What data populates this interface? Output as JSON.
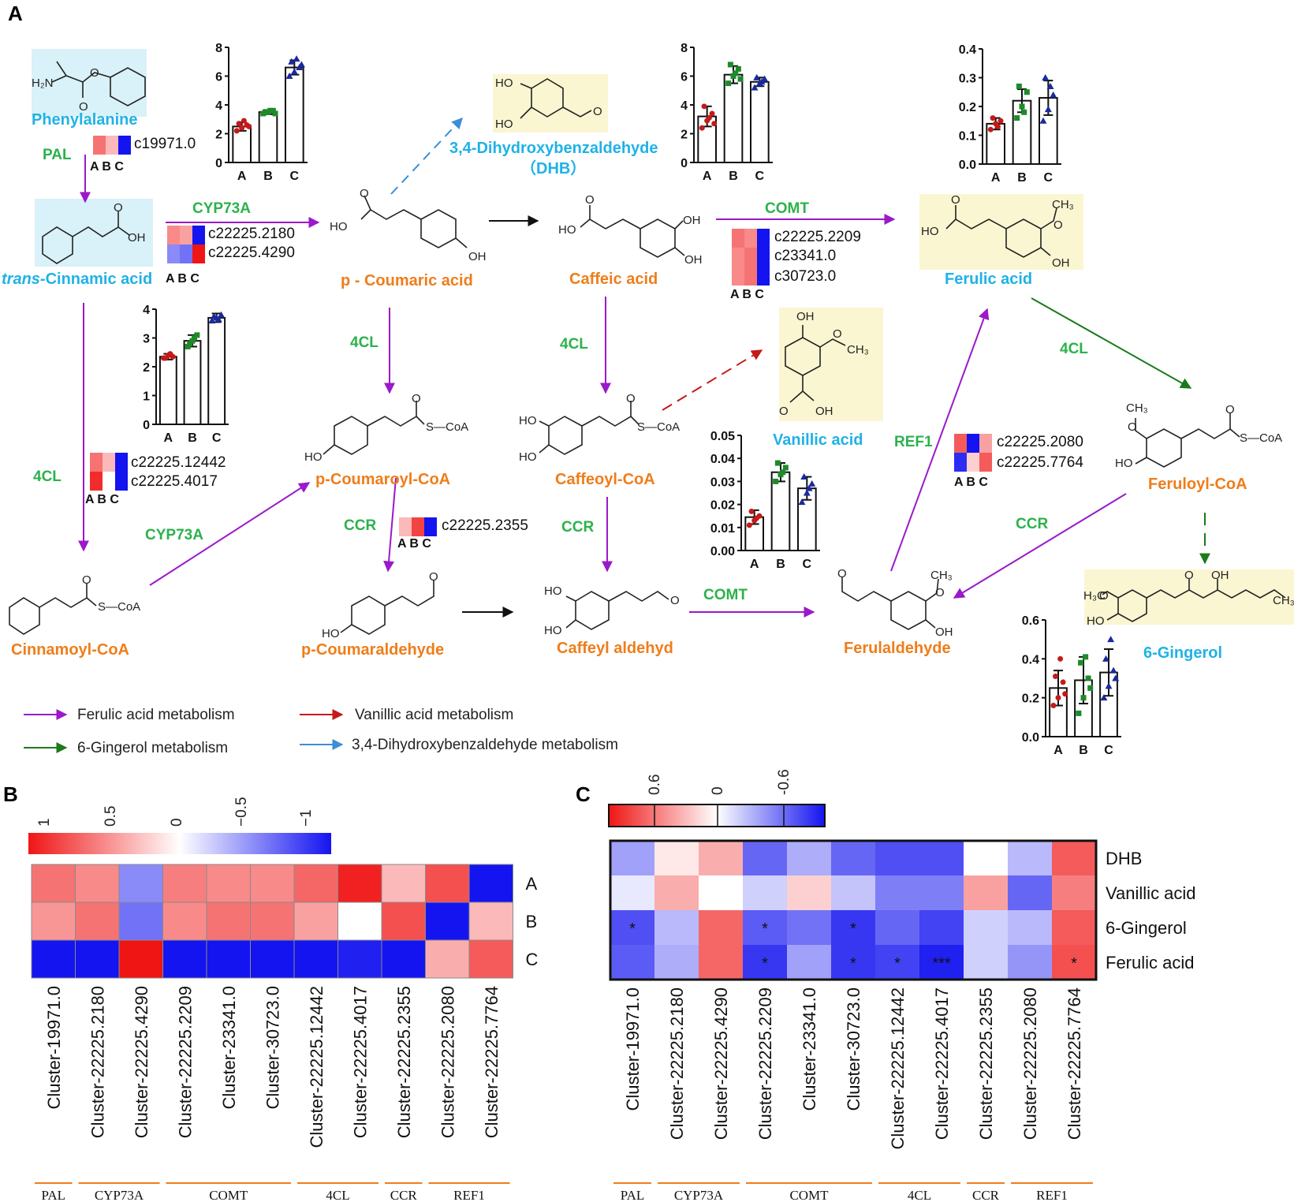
{
  "panels": {
    "a": "A",
    "b": "B",
    "c": "C"
  },
  "compounds": {
    "phenylalanine": "Phenylalanine",
    "trans_cinnamic_prefix": "trans",
    "trans_cinnamic_rest": "-Cinnamic acid",
    "cinnamoyl_coa": "Cinnamoyl-CoA",
    "p_coumaric": "p - Coumaric acid",
    "p_coumaroyl_coa": "p-Coumaroyl-CoA",
    "p_coumaraldehyde": "p-Coumaraldehyde",
    "dhb_line1": "3,4-Dihydroxybenzaldehyde",
    "dhb_line2": "（DHB）",
    "caffeic": "Caffeic acid",
    "caffeoyl_coa": "Caffeoyl-CoA",
    "caffeyl_aldehyd": "Caffeyl aldehyd",
    "vanillic": "Vanillic acid",
    "ferulic": "Ferulic acid",
    "feruloyl_coa": "Feruloyl-CoA",
    "ferulaldehyde": "Ferulaldehyde",
    "gingerol": "6-Gingerol"
  },
  "enzymes": {
    "pal": "PAL",
    "cyp1": "CYP73A",
    "cyp2": "CYP73A",
    "fcl1": "4CL",
    "fcl2": "4CL",
    "fcl3": "4CL",
    "fcl4": "4CL",
    "ccr1": "CCR",
    "ccr2": "CCR",
    "ccr3": "CCR",
    "comt1": "COMT",
    "comt2": "COMT",
    "ref1": "REF1"
  },
  "gene_labels": {
    "g19971": "c19971.0",
    "g2180": "c22225.2180",
    "g4290": "c22225.4290",
    "g2209": "c22225.2209",
    "g23341": "c23341.0",
    "g30723": "c30723.0",
    "g12442": "c22225.12442",
    "g4017": "c22225.4017",
    "g2355": "c22225.2355",
    "g2080": "c22225.2080",
    "g7764": "c22225.7764"
  },
  "abc_label": "A B C",
  "structure_text": {
    "h2n": "H₂N",
    "ho": "HO",
    "oh": "OH",
    "o": "O",
    "scoa": "S—CoA",
    "ch3": "CH₃",
    "h3co": "H₃C"
  },
  "legend": {
    "purple": "Ferulic acid metabolism",
    "red": "Vanillic acid metabolism",
    "green": "6-Gingerol metabolism",
    "blue": "3,4-Dihydroxybenzaldehyde metabolism"
  },
  "colors": {
    "purple": "#9b19c9",
    "green": "#1b7a1b",
    "red": "#c41a1a",
    "blue": "#3b8fd6",
    "dot_a": "#c41a1a",
    "dot_b": "#1e8a2a",
    "dot_c": "#1a2a9c",
    "hl_cyan": "#d9f1f8",
    "hl_yellow": "#fbf6d2",
    "group_line": "#ef7d1a"
  },
  "bar_charts": [
    {
      "id": "phenylalanine",
      "ticks": [
        "0",
        "2",
        "4",
        "6",
        "8"
      ],
      "ymax": 8,
      "categories": [
        "A",
        "B",
        "C"
      ],
      "values": [
        2.5,
        3.5,
        6.6
      ],
      "errors": [
        0.3,
        0.15,
        0.5
      ],
      "points": [
        [
          2.2,
          2.4,
          2.6,
          2.7,
          2.9,
          2.5
        ],
        [
          3.4,
          3.5,
          3.6,
          3.5,
          3.6,
          3.4
        ],
        [
          6.0,
          6.3,
          6.6,
          7.0,
          7.2,
          6.8
        ]
      ]
    },
    {
      "id": "cinnamic",
      "ticks": [
        "0",
        "1",
        "2",
        "3",
        "4"
      ],
      "ymax": 4,
      "categories": [
        "A",
        "B",
        "C"
      ],
      "values": [
        2.35,
        2.9,
        3.7
      ],
      "errors": [
        0.1,
        0.2,
        0.15
      ],
      "points": [
        [
          2.3,
          2.4,
          2.35,
          2.3,
          2.45
        ],
        [
          2.7,
          2.9,
          3.1,
          2.8,
          3.0
        ],
        [
          3.6,
          3.7,
          3.8,
          3.75,
          3.65
        ]
      ]
    },
    {
      "id": "dhb",
      "ticks": [
        "0",
        "2",
        "4",
        "6",
        "8"
      ],
      "ymax": 8,
      "categories": [
        "A",
        "B",
        "C"
      ],
      "values": [
        3.2,
        6.1,
        5.6
      ],
      "errors": [
        0.7,
        0.6,
        0.3
      ],
      "points": [
        [
          2.4,
          2.9,
          3.4,
          3.9,
          3.1,
          2.7
        ],
        [
          5.5,
          6.0,
          6.5,
          6.8,
          6.2,
          5.8
        ],
        [
          5.2,
          5.5,
          5.8,
          5.9,
          5.6
        ]
      ]
    },
    {
      "id": "ferulic",
      "ticks": [
        "0.0",
        "0.1",
        "0.2",
        "0.3",
        "0.4"
      ],
      "ymax": 0.4,
      "categories": [
        "A",
        "B",
        "C"
      ],
      "values": [
        0.14,
        0.22,
        0.23
      ],
      "errors": [
        0.02,
        0.04,
        0.06
      ],
      "points": [
        [
          0.12,
          0.14,
          0.15,
          0.16,
          0.13
        ],
        [
          0.16,
          0.2,
          0.25,
          0.27,
          0.18
        ],
        [
          0.15,
          0.19,
          0.24,
          0.3,
          0.27
        ]
      ]
    },
    {
      "id": "vanillic",
      "ticks": [
        "0.00",
        "0.01",
        "0.02",
        "0.03",
        "0.04",
        "0.05"
      ],
      "ymax": 0.05,
      "categories": [
        "A",
        "B",
        "C"
      ],
      "values": [
        0.0145,
        0.034,
        0.027
      ],
      "errors": [
        0.003,
        0.004,
        0.005
      ],
      "points": [
        [
          0.011,
          0.013,
          0.015,
          0.017,
          0.014
        ],
        [
          0.03,
          0.033,
          0.036,
          0.038,
          0.034
        ],
        [
          0.021,
          0.025,
          0.029,
          0.032,
          0.027
        ]
      ]
    },
    {
      "id": "gingerol",
      "ticks": [
        "0.0",
        "0.2",
        "0.4",
        "0.6"
      ],
      "ymax": 0.6,
      "categories": [
        "A",
        "B",
        "C"
      ],
      "values": [
        0.25,
        0.29,
        0.33
      ],
      "errors": [
        0.09,
        0.12,
        0.12
      ],
      "points": [
        [
          0.16,
          0.2,
          0.28,
          0.31,
          0.4,
          0.22
        ],
        [
          0.12,
          0.2,
          0.3,
          0.38,
          0.41,
          0.25
        ],
        [
          0.2,
          0.26,
          0.34,
          0.4,
          0.5,
          0.3
        ]
      ]
    }
  ],
  "mini_heatmaps": [
    {
      "id": "pal",
      "rows": [
        [
          0.6,
          0.3,
          -1
        ]
      ]
    },
    {
      "id": "cyp",
      "rows": [
        [
          0.5,
          0.4,
          -1
        ],
        [
          -0.5,
          -0.6,
          1
        ]
      ]
    },
    {
      "id": "comt",
      "rows": [
        [
          0.6,
          0.5,
          -1
        ],
        [
          0.5,
          0.6,
          -1
        ],
        [
          0.5,
          0.6,
          -1
        ]
      ]
    },
    {
      "id": "4cl",
      "rows": [
        [
          0.6,
          0.3,
          -1
        ],
        [
          0.9,
          0.0,
          -1
        ]
      ]
    },
    {
      "id": "ccr",
      "rows": [
        [
          0.3,
          0.8,
          -1
        ]
      ]
    },
    {
      "id": "ref1",
      "rows": [
        [
          0.7,
          -1,
          0.4
        ],
        [
          -0.9,
          0.2,
          0.7
        ]
      ]
    }
  ],
  "heatmap_b": {
    "scale_ticks": [
      "1",
      "0.5",
      "0",
      "−0.5",
      "−1"
    ],
    "row_labels": [
      "A",
      "B",
      "C"
    ],
    "col_labels": [
      "Cluster-19971.0",
      "Cluster-22225.2180",
      "Cluster-22225.4290",
      "Cluster-22225.2209",
      "Cluster-23341.0",
      "Cluster-30723.0",
      "Cluster-22225.12442",
      "Cluster-22225.4017",
      "Cluster-22225.2355",
      "Cluster-22225.2080",
      "Cluster-22225.7764"
    ],
    "values": [
      [
        0.6,
        0.5,
        -0.5,
        0.55,
        0.5,
        0.5,
        0.65,
        0.95,
        0.3,
        0.75,
        -1
      ],
      [
        0.45,
        0.6,
        -0.6,
        0.5,
        0.6,
        0.6,
        0.4,
        0.0,
        0.75,
        -1,
        0.3
      ],
      [
        -1,
        -1,
        1,
        -1,
        -1,
        -1,
        -1,
        -0.95,
        -1,
        0.35,
        0.7
      ]
    ],
    "groups": [
      {
        "label": "PAL",
        "start": 0,
        "end": 0
      },
      {
        "label": "CYP73A",
        "start": 1,
        "end": 2
      },
      {
        "label": "COMT",
        "start": 3,
        "end": 5
      },
      {
        "label": "4CL",
        "start": 6,
        "end": 7
      },
      {
        "label": "CCR",
        "start": 8,
        "end": 8
      },
      {
        "label": "REF1",
        "start": 9,
        "end": 10
      }
    ]
  },
  "heatmap_c": {
    "scale_ticks": [
      "0.6",
      "0",
      "-0.6"
    ],
    "row_labels": [
      "DHB",
      "Vanillic acid",
      "6-Gingerol",
      "Ferulic acid"
    ],
    "col_labels": [
      "Cluster-19971.0",
      "Cluster-22225.2180",
      "Cluster-22225.4290",
      "Cluster-22225.2209",
      "Cluster-23341.0",
      "Cluster-30723.0",
      "Cluster-22225.12442",
      "Cluster-22225.4017",
      "Cluster-22225.2355",
      "Cluster-22225.2080",
      "Cluster-22225.7764"
    ],
    "values": [
      [
        -0.4,
        0.1,
        0.35,
        -0.65,
        -0.35,
        -0.65,
        -0.75,
        -0.75,
        0.0,
        -0.3,
        0.7
      ],
      [
        -0.1,
        0.35,
        0.0,
        -0.2,
        0.2,
        -0.25,
        -0.55,
        -0.55,
        0.4,
        -0.65,
        0.55
      ],
      [
        -0.75,
        -0.3,
        0.65,
        -0.7,
        -0.6,
        -0.85,
        -0.65,
        -0.8,
        -0.2,
        -0.3,
        0.7
      ],
      [
        -0.7,
        -0.35,
        0.65,
        -0.85,
        -0.4,
        -0.85,
        -0.8,
        -0.95,
        -0.2,
        -0.45,
        0.75
      ]
    ],
    "stars": [
      [
        "",
        "",
        "",
        "",
        "",
        "",
        "",
        "",
        "",
        "",
        ""
      ],
      [
        "",
        "",
        "",
        "",
        "",
        "",
        "",
        "",
        "",
        "",
        ""
      ],
      [
        "*",
        "",
        "",
        "*",
        "",
        "*",
        "",
        "",
        "",
        "",
        ""
      ],
      [
        "",
        "",
        "",
        "*",
        "",
        "*",
        "*",
        "***",
        "",
        "",
        "*"
      ]
    ],
    "groups": [
      {
        "label": "PAL",
        "start": 0,
        "end": 0
      },
      {
        "label": "CYP73A",
        "start": 1,
        "end": 2
      },
      {
        "label": "COMT",
        "start": 3,
        "end": 5
      },
      {
        "label": "4CL",
        "start": 6,
        "end": 7
      },
      {
        "label": "CCR",
        "start": 8,
        "end": 8
      },
      {
        "label": "REF1",
        "start": 9,
        "end": 10
      }
    ]
  }
}
